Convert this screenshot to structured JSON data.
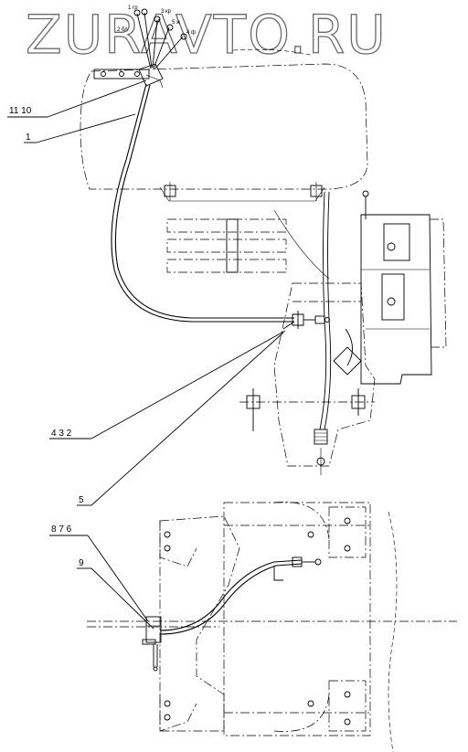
{
  "watermark": "ZURAVTO.RU",
  "callouts": {
    "c11_10": "11  10",
    "c1": "1",
    "c4_3_2": "4   3   2",
    "c5": "5",
    "c8_7_6": "8  7  6",
    "c9": "9"
  },
  "wire_tags": [
    "1 гр",
    "3 кр",
    "5 ж",
    "4 ф",
    "2 бл"
  ]
}
